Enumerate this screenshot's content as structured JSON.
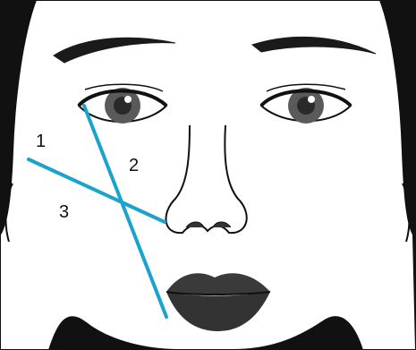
{
  "diagram": {
    "labels": [
      {
        "id": "line-1",
        "text": "1"
      },
      {
        "id": "line-2",
        "text": "2"
      },
      {
        "id": "line-3",
        "text": "3"
      }
    ],
    "colors": {
      "guide_line": "#1aa3cc",
      "hair": "#111111",
      "skin": "#ffffff",
      "outline": "#111111",
      "iris": "#5a5a5a",
      "pupil": "#2a2a2a",
      "lips": "#3a3a3a"
    }
  }
}
